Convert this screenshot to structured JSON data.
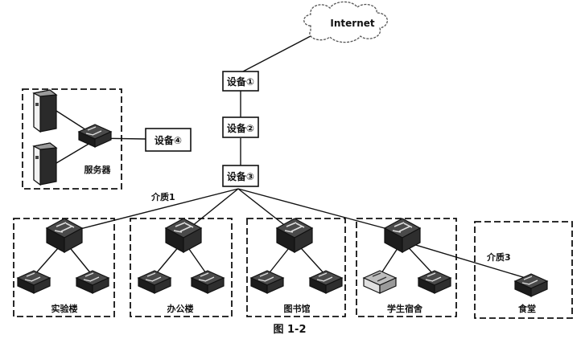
{
  "internet": {
    "label": "Internet"
  },
  "devices": {
    "d1": "设备①",
    "d2": "设备②",
    "d3": "设备③",
    "d4": "设备④"
  },
  "server_group": {
    "label": "服务器"
  },
  "media": {
    "m1": "介质1",
    "m3": "介质3"
  },
  "buildings": [
    {
      "label": "实验楼"
    },
    {
      "label": "办公楼"
    },
    {
      "label": "图书馆"
    },
    {
      "label": "学生宿舍"
    },
    {
      "label": "食堂"
    }
  ],
  "caption": "图 1-2"
}
